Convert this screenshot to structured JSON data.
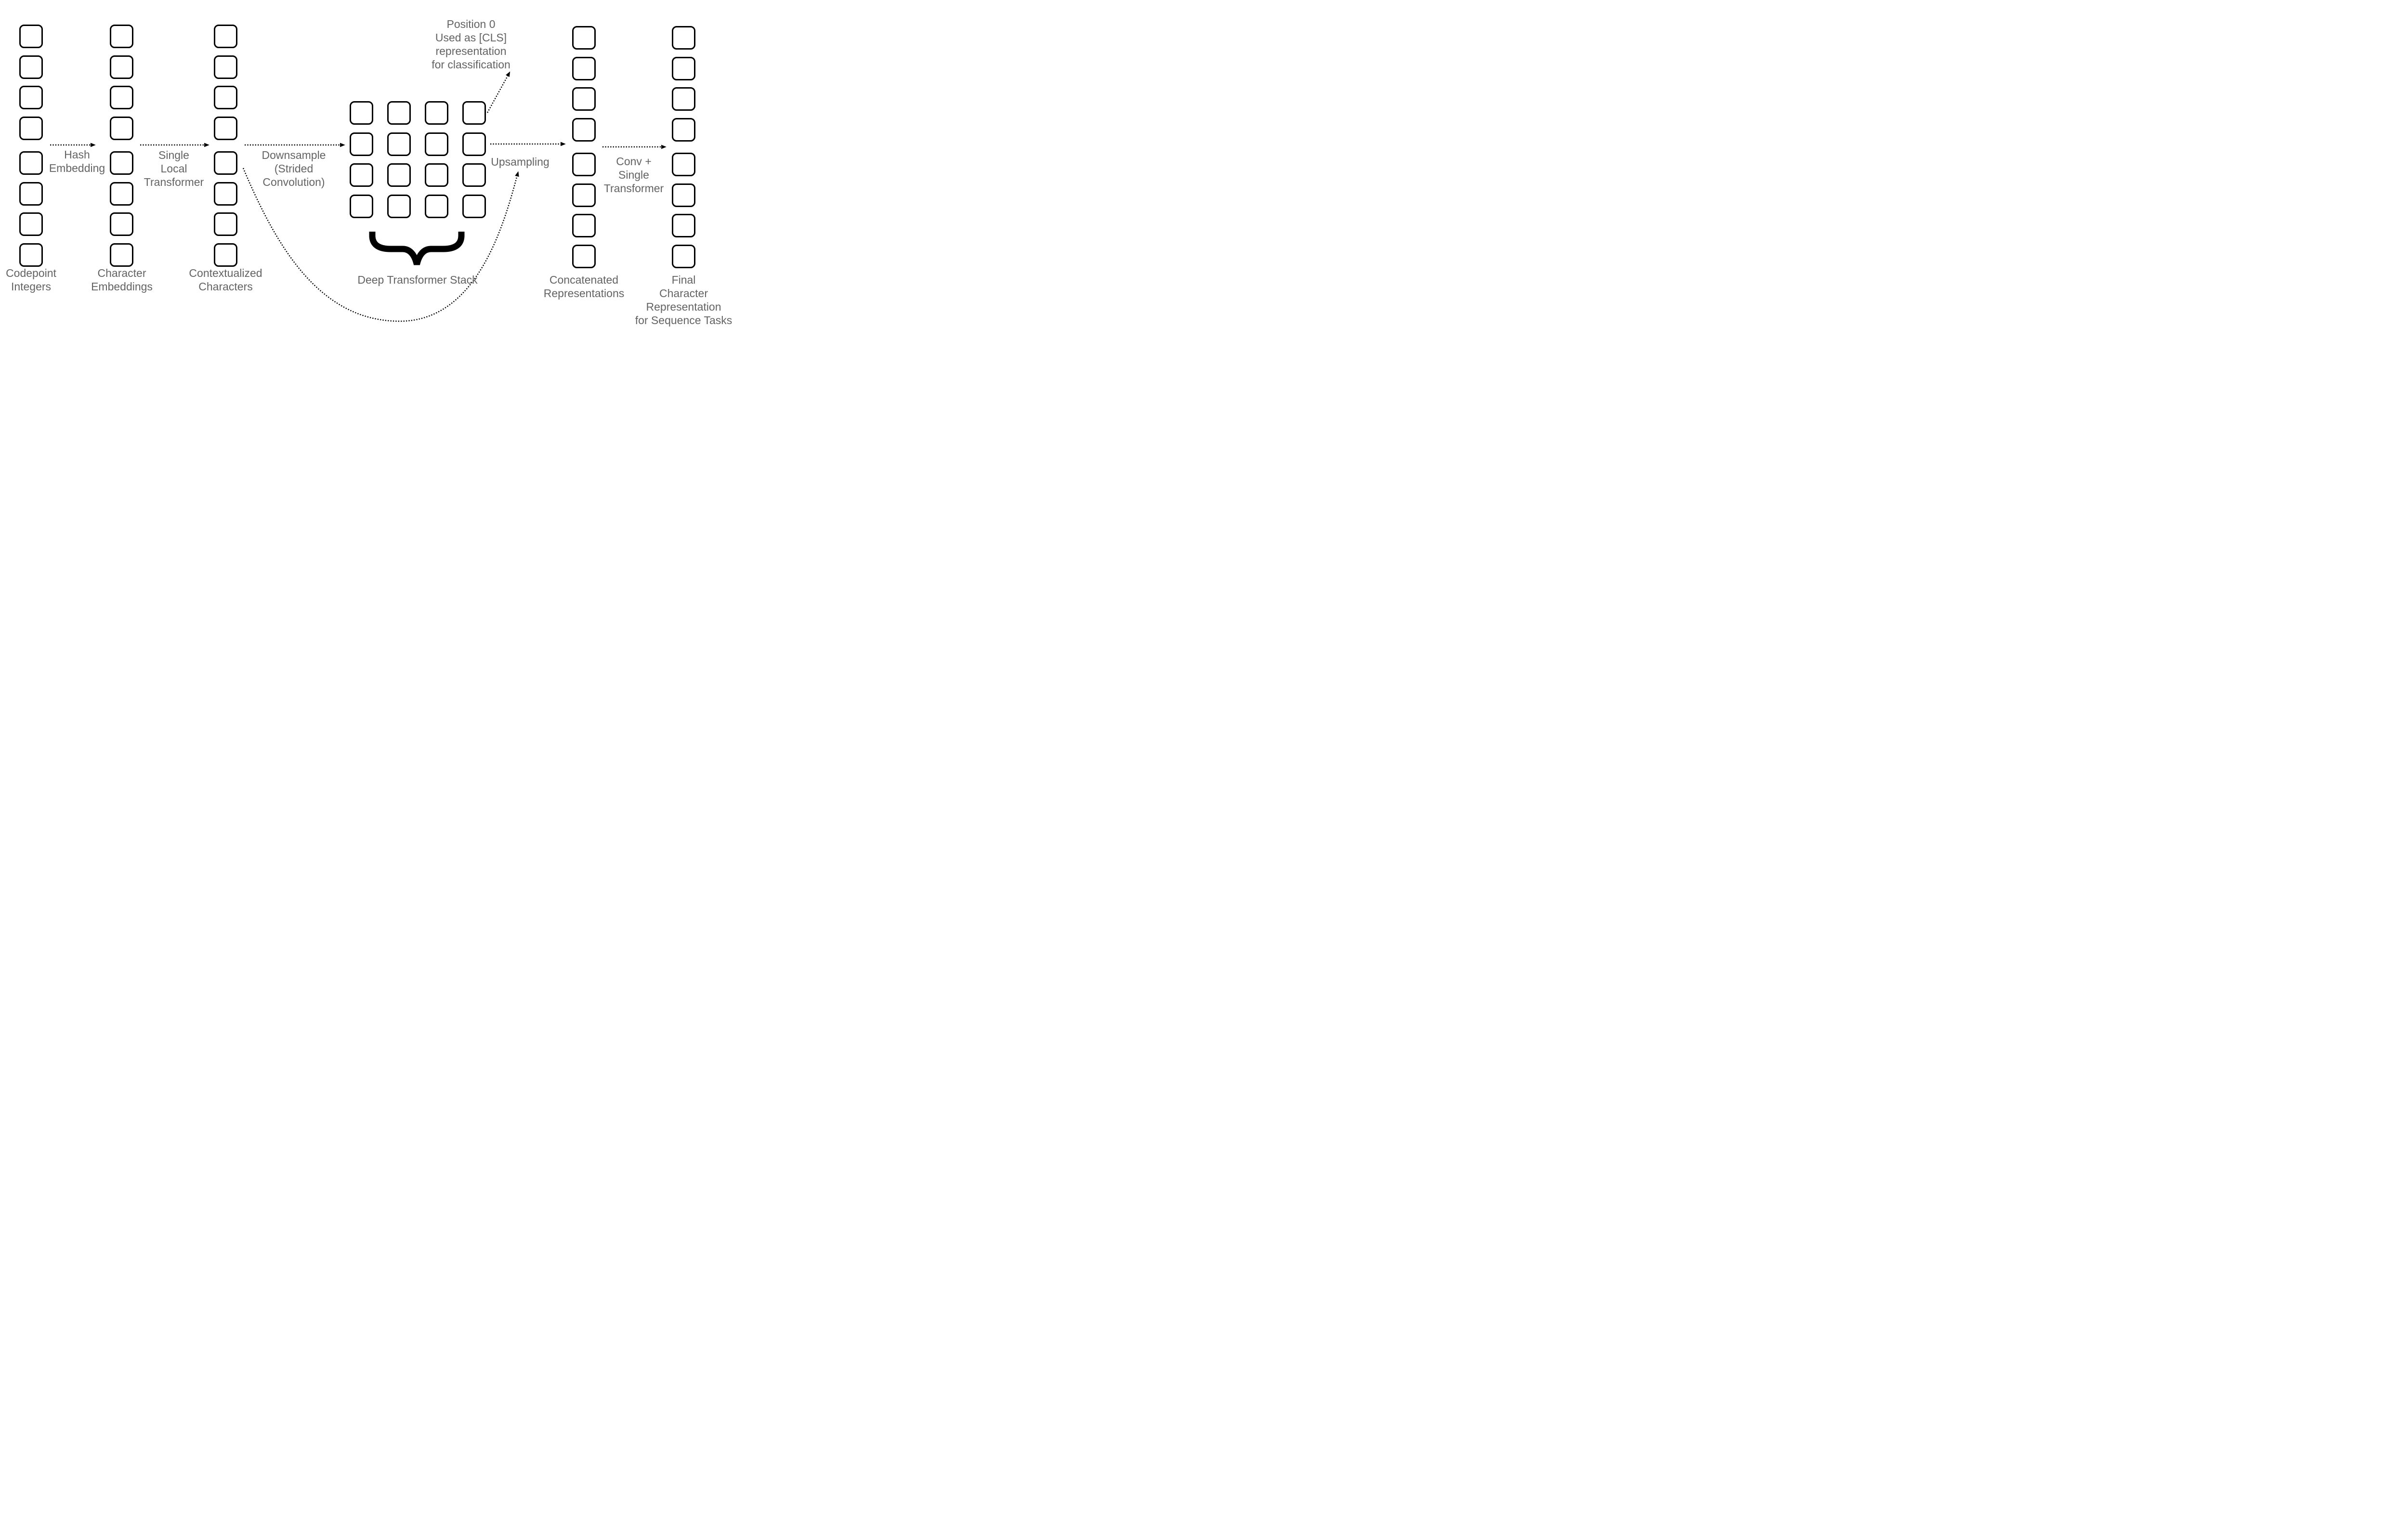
{
  "diagram": {
    "background_color": "#ffffff",
    "box_border_color": "#000000",
    "box_fill_color": "#ffffff",
    "label_text_color": "#636363",
    "arrow_color": "#000000",
    "arrow_style": "dotted"
  },
  "stages": {
    "codepoint_integers": {
      "box_count": 8,
      "label_lines": [
        "Codepoint",
        "Integers"
      ]
    },
    "character_embeddings": {
      "box_count": 8,
      "label_lines": [
        "Character",
        "Embeddings"
      ]
    },
    "contextualized_characters": {
      "box_count": 8,
      "label_lines": [
        "Contextualized",
        "Characters"
      ]
    },
    "deep_transformer_stack": {
      "box_count": 16,
      "grid_rows": 4,
      "grid_cols": 4,
      "label": "Deep Transformer Stack"
    },
    "concatenated_representations": {
      "box_count": 8,
      "label_lines": [
        "Concatenated",
        "Representations"
      ]
    },
    "final_character_representation": {
      "box_count": 8,
      "label_lines": [
        "Final",
        "Character",
        "Representation",
        "for Sequence Tasks"
      ]
    }
  },
  "transitions": {
    "hash_embedding": {
      "label_lines": [
        "Hash",
        "Embedding"
      ]
    },
    "single_local_transformer": {
      "label_lines": [
        "Single",
        "Local",
        "Transformer"
      ]
    },
    "downsample": {
      "label_lines": [
        "Downsample",
        "(Strided",
        "Convolution)"
      ]
    },
    "upsampling": {
      "label_lines": [
        "Upsampling"
      ]
    },
    "conv_single_transformer": {
      "label_lines": [
        "Conv +",
        "Single",
        "Transformer"
      ]
    }
  },
  "annotations": {
    "cls": {
      "lines": [
        "Position 0",
        "Used as [CLS]",
        "representation",
        "for classification"
      ]
    }
  }
}
